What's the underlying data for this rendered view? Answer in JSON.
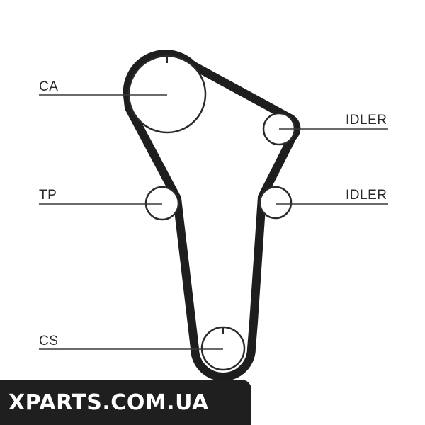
{
  "labels": {
    "ca": "CA",
    "tp": "TP",
    "idler_upper": "IDLER",
    "idler_lower": "IDLER",
    "cs": "CS"
  },
  "watermark": {
    "text": "XPARTS.COM.UA"
  },
  "colors": {
    "belt": "#1e1e1e",
    "pulley": "#2a2a2a",
    "leader_line": "#3a3a3a",
    "watermark_bg": "#1f1f1f",
    "watermark_text": "#ffffff"
  }
}
